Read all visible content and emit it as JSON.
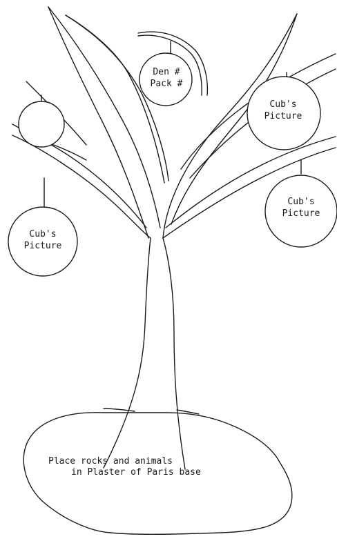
{
  "ornaments": {
    "den_pack": {
      "line1": "Den #",
      "line2": "Pack #"
    },
    "cub_upper_right": {
      "line1": "Cub's",
      "line2": "Picture"
    },
    "cub_right": {
      "line1": "Cub's",
      "line2": "Picture"
    },
    "cub_left": {
      "line1": "Cub's",
      "line2": "Picture"
    }
  },
  "base": {
    "line1": "Place rocks and animals",
    "line2": "in Plaster of Paris base"
  },
  "colors": {
    "ink": "#1a1a1a",
    "paper": "#ffffff"
  }
}
